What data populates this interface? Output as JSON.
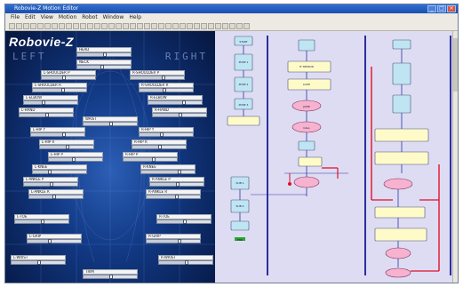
{
  "window": {
    "title": "Robovie-Z Motion Editor",
    "controls": [
      "_",
      "□",
      "×"
    ]
  },
  "menu": [
    "File",
    "Edit",
    "View",
    "Motion",
    "Robot",
    "Window",
    "Help"
  ],
  "toolbar_buttons": 34,
  "robot_panel": {
    "title": "Robovie-Z",
    "left_label": "LEFT",
    "right_label": "RIGHT",
    "joints": [
      {
        "label": "HEAD",
        "value": 0.5
      },
      {
        "label": "NECK",
        "value": 0.45
      },
      {
        "label": "L-SHOULDER P",
        "value": 0.4
      },
      {
        "label": "R-SHOULDER P",
        "value": 0.6
      },
      {
        "label": "L-SHOULDER R",
        "value": 0.55
      },
      {
        "label": "R-SHOULDER R",
        "value": 0.45
      },
      {
        "label": "L-ELBOW",
        "value": 0.35
      },
      {
        "label": "R-ELBOW",
        "value": 0.65
      },
      {
        "label": "L-HAND",
        "value": 0.5
      },
      {
        "label": "R-HAND",
        "value": 0.5
      },
      {
        "label": "WAIST",
        "value": 0.5
      },
      {
        "label": "L-HIP Y",
        "value": 0.6
      },
      {
        "label": "R-HIP Y",
        "value": 0.4
      },
      {
        "label": "L-HIP R",
        "value": 0.5
      },
      {
        "label": "R-HIP R",
        "value": 0.5
      },
      {
        "label": "L-HIP P",
        "value": 0.45
      },
      {
        "label": "R-HIP P",
        "value": 0.55
      },
      {
        "label": "L-KNEE",
        "value": 0.3
      },
      {
        "label": "R-KNEE",
        "value": 0.7
      },
      {
        "label": "L-ANKLE P",
        "value": 0.5
      },
      {
        "label": "R-ANKLE P",
        "value": 0.5
      },
      {
        "label": "L-ANKLE R",
        "value": 0.45
      },
      {
        "label": "R-ANKLE R",
        "value": 0.55
      },
      {
        "label": "L-TOE",
        "value": 0.5
      },
      {
        "label": "R-TOE",
        "value": 0.5
      },
      {
        "label": "L-GRIP",
        "value": 0.4
      },
      {
        "label": "R-GRIP",
        "value": 0.6
      },
      {
        "label": "L-WRIST",
        "value": 0.5
      },
      {
        "label": "R-WRIST",
        "value": 0.5
      },
      {
        "label": "TRIM",
        "value": 0.5
      }
    ]
  },
  "flow_panel": {
    "colors": {
      "start": "#bfe4f2",
      "note": "#fffbc9",
      "decision": "#f6b2cf",
      "line": "#2a36a0",
      "hot_line": "#e0102a",
      "lane_bar": "#2a2f9c",
      "end": "#27a82e"
    },
    "nodes": [
      {
        "type": "start",
        "text": "START"
      },
      {
        "type": "proc",
        "text": "POSE 1"
      },
      {
        "type": "proc",
        "text": "POSE 2"
      },
      {
        "type": "proc",
        "text": "POSE 3"
      },
      {
        "type": "note",
        "text": "IF SENSOR"
      },
      {
        "type": "note",
        "text": "LOOP"
      },
      {
        "type": "decision",
        "text": "JUMP"
      },
      {
        "type": "decision",
        "text": "CALL"
      },
      {
        "type": "proc",
        "text": "SUB 1"
      },
      {
        "type": "proc",
        "text": "SUB 2"
      },
      {
        "type": "end",
        "text": "END"
      }
    ]
  }
}
